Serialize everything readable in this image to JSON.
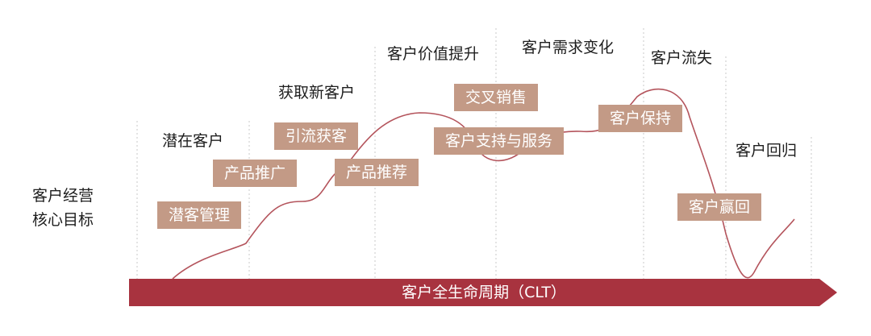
{
  "axis_label": "客户全生命周期（CLT）",
  "side_label": [
    "客户经营",
    "核心目标"
  ],
  "stages": [
    "潜在客户",
    "获取新客户",
    "客户价值提升",
    "客户需求变化",
    "客户流失",
    "客户回归"
  ],
  "actions": [
    "潜客管理",
    "产品推广",
    "引流获客",
    "产品推荐",
    "交叉销售",
    "客户支持与服务",
    "客户保持",
    "客户赢回"
  ],
  "colors": {
    "axis": "#a8333f",
    "tag_bg": "#c39a86",
    "curve": "#b4545c",
    "divider": "#c8c8c8"
  }
}
